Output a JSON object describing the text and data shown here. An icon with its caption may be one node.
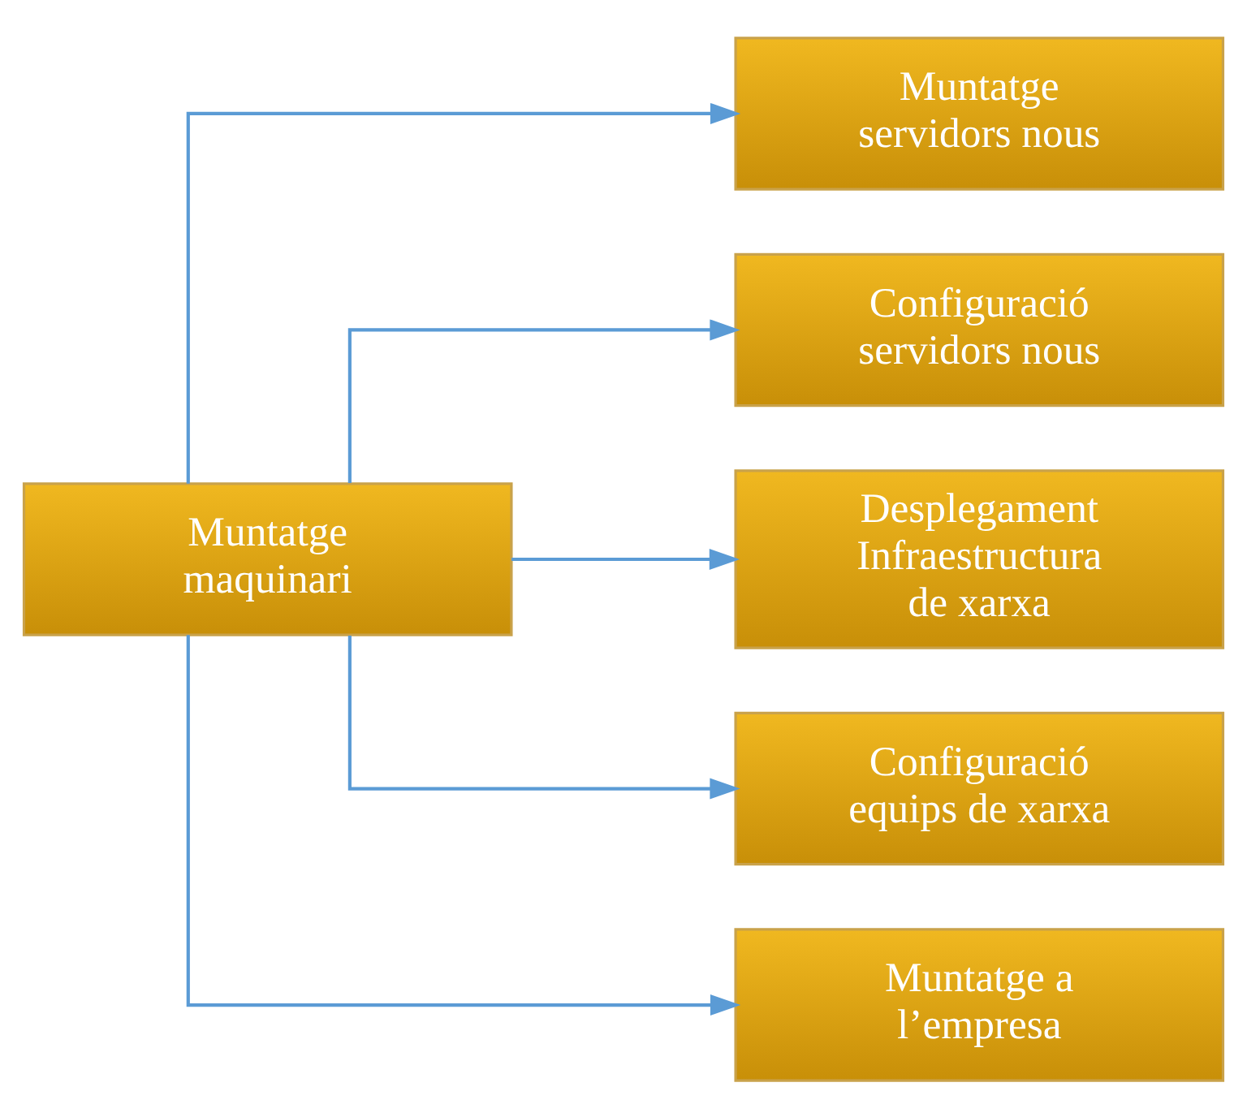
{
  "diagram": {
    "nodes": [
      {
        "text": [
          "Muntatge maquinari"
        ]
      },
      {
        "text": [
          "Muntatge servidors nous"
        ]
      },
      {
        "text": [
          "Configuració servidors nous"
        ]
      },
      {
        "text": [
          "Desplegament Infraestructura de xarxa"
        ]
      },
      {
        "text": [
          "Configuració equips de xarxa"
        ]
      },
      {
        "text": [
          "Muntatge a l’empresa"
        ]
      }
    ],
    "edges": [
      {
        "from": 0,
        "to": 1,
        "arrow": "to"
      },
      {
        "from": 0,
        "to": 2,
        "arrow": "to"
      },
      {
        "from": 0,
        "to": 3,
        "arrow": "to"
      },
      {
        "from": 0,
        "to": 4,
        "arrow": "to"
      },
      {
        "from": 0,
        "to": 5,
        "arrow": "to"
      }
    ]
  }
}
